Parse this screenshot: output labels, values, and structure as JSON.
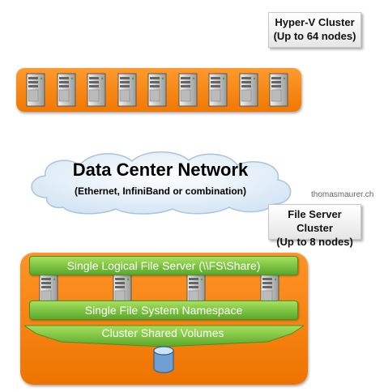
{
  "hyperv_label": {
    "line1": "Hyper-V Cluster",
    "line2": "(Up to 64 nodes)"
  },
  "fileserver_label": {
    "line1": "File Server Cluster",
    "line2": "(Up to 8 nodes)"
  },
  "watermark": "thomasmaurer.ch",
  "network": {
    "title": "Data Center Network",
    "subtitle": "(Ethernet, InfiniBand or combination)"
  },
  "bars": {
    "logical_server": "Single Logical File Server  (\\\\FS\\Share)",
    "namespace": "Single File System Namespace",
    "csv": "Cluster Shared Volumes"
  },
  "icons": {
    "server": "server-tower-icon",
    "disk": "disk-cylinder-icon",
    "cloud": "cloud-shape"
  },
  "colors": {
    "orange": "#f07800",
    "green": "#6ab830",
    "label_bg": "#eeeeee"
  },
  "counts": {
    "hyperv_nodes_drawn": 9,
    "fileserver_nodes_drawn": 4
  }
}
